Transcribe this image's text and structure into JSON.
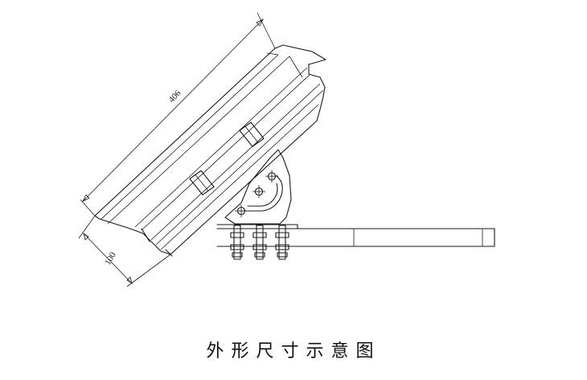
{
  "dimensions": {
    "length": "406",
    "height": "100"
  },
  "caption": "外形尺寸示意图"
}
